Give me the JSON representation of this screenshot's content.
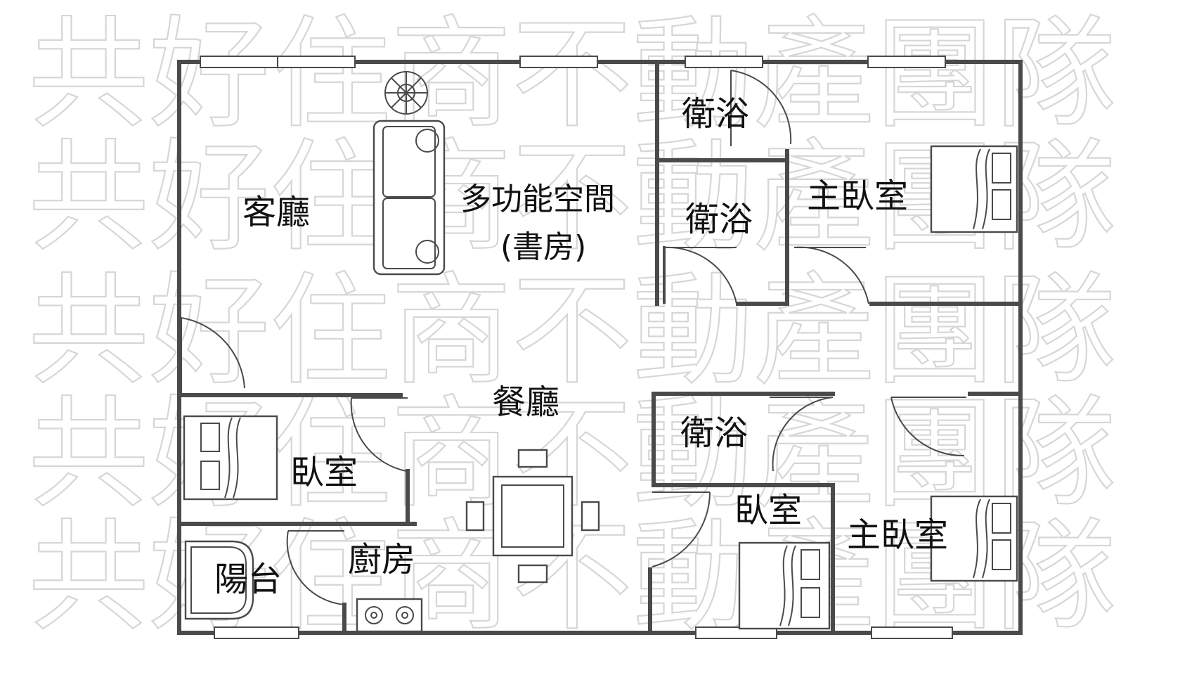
{
  "watermark": {
    "text": "共好住商不動產團隊",
    "color": "#d6d6d6",
    "rows": 5
  },
  "rooms": {
    "living_room": "客廳",
    "multi_purpose": "多功能空間",
    "multi_purpose_note": "(書房)",
    "bath_top": "衛浴",
    "bath_middle": "衛浴",
    "master_bedroom_top": "主臥室",
    "dining": "餐廳",
    "bath_lower": "衛浴",
    "bedroom_left": "臥室",
    "bedroom_right": "臥室",
    "master_bedroom_bottom": "主臥室",
    "balcony": "陽台",
    "kitchen": "廚房"
  },
  "colors": {
    "wall": "#4a4a4a",
    "label": "#111111",
    "watermark": "#d6d6d6"
  }
}
